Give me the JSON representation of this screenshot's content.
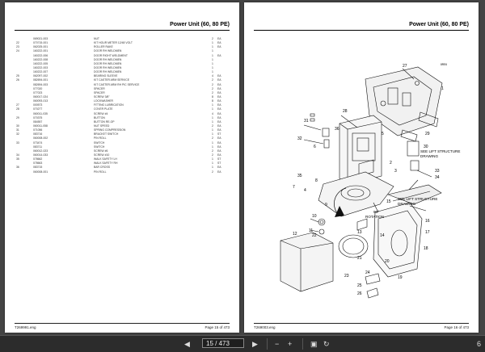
{
  "left_page": {
    "header_title": "Power Unit (60, 80 PE)",
    "footer_code": "T269991.eng",
    "footer_page": "Page 15 of 473",
    "parts": [
      {
        "item": "",
        "part": "069021-003",
        "desc": "NUT",
        "qty": "2",
        "unit": "EA"
      },
      {
        "item": "22",
        "part": "070715-001",
        "desc": "KIT HOUR METER 12/48 VOLT",
        "qty": "1",
        "unit": "EA"
      },
      {
        "item": "23",
        "part": "062025-001",
        "desc": "ROLLER RAKE",
        "qty": "1",
        "unit": "EA"
      },
      {
        "item": "24",
        "part": "160222-001",
        "desc": "DOOR RH WELDMEN",
        "qty": "1",
        "unit": ""
      },
      {
        "item": "",
        "part": "160222-006",
        "desc": "DOOR RIGHT WELDMENT",
        "qty": "1",
        "unit": "EA"
      },
      {
        "item": "",
        "part": "160222-008",
        "desc": "DOOR RH WELDMEN",
        "qty": "1",
        "unit": ""
      },
      {
        "item": "",
        "part": "160222-005",
        "desc": "DOOR RH WELDMEN",
        "qty": "1",
        "unit": ""
      },
      {
        "item": "",
        "part": "160222-003",
        "desc": "DOOR RH WELDMEN",
        "qty": "1",
        "unit": ""
      },
      {
        "item": "",
        "part": "160222-007",
        "desc": "DOOR RH WELDMEN",
        "qty": "1",
        "unit": ""
      },
      {
        "item": "25",
        "part": "062097-002",
        "desc": "BEARING SLEEVE",
        "qty": "4",
        "unit": "EA"
      },
      {
        "item": "26",
        "part": "082694-001",
        "desc": "KIT CASTER ARM SERVICE",
        "qty": "2",
        "unit": "EA"
      },
      {
        "item": "",
        "part": "082694-003",
        "desc": "KIT CASTER ARM RH PIC SERVICE",
        "qty": "2",
        "unit": "EA"
      },
      {
        "item": "",
        "part": "077020",
        "desc": "SPACER",
        "qty": "2",
        "unit": "EA"
      },
      {
        "item": "",
        "part": "077023",
        "desc": "SPACER",
        "qty": "2",
        "unit": "EA"
      },
      {
        "item": "",
        "part": "060017-024",
        "desc": "SCREW 3/8\"",
        "qty": "8",
        "unit": "EA"
      },
      {
        "item": "",
        "part": "060093-013",
        "desc": "LOCKWASHER",
        "qty": "8",
        "unit": "EA"
      },
      {
        "item": "27",
        "part": "000573",
        "desc": "FITTING LUBRICATION",
        "qty": "1",
        "unit": "EA"
      },
      {
        "item": "28",
        "part": "070277",
        "desc": "COVER PLATE",
        "qty": "1",
        "unit": "EA"
      },
      {
        "item": "",
        "part": "060011-035",
        "desc": "SCREW #4",
        "qty": "4",
        "unit": "EA"
      },
      {
        "item": "29",
        "part": "070375",
        "desc": "BUTTON",
        "qty": "1",
        "unit": "EA"
      },
      {
        "item": "",
        "part": "084557",
        "desc": "BUTTON RE-OP",
        "qty": "1",
        "unit": "EA"
      },
      {
        "item": "30",
        "part": "060011-058",
        "desc": "NUT SPEED",
        "qty": "2",
        "unit": "EA"
      },
      {
        "item": "31",
        "part": "071056",
        "desc": "SPRING COMPRESSION",
        "qty": "1",
        "unit": "EA"
      },
      {
        "item": "32",
        "part": "083716",
        "desc": "BRACKET SWITCH",
        "qty": "1",
        "unit": "ST"
      },
      {
        "item": "",
        "part": "060008-002",
        "desc": "PIN ROLL",
        "qty": "2",
        "unit": "EA"
      },
      {
        "item": "33",
        "part": "073474",
        "desc": "SWITCH",
        "qty": "1",
        "unit": "EA"
      },
      {
        "item": "",
        "part": "083711",
        "desc": "SWITCH",
        "qty": "1",
        "unit": "EA"
      },
      {
        "item": "",
        "part": "060012-023",
        "desc": "SCREW #6",
        "qty": "2",
        "unit": "EA"
      },
      {
        "item": "34",
        "part": "060014-033",
        "desc": "SCREW #10",
        "qty": "2",
        "unit": "EA"
      },
      {
        "item": "35",
        "part": "078662",
        "desc": "WALK SAFETY LH",
        "qty": "1",
        "unit": "ST"
      },
      {
        "item": "",
        "part": "078663",
        "desc": "WALK SAFETY RH",
        "qty": "1",
        "unit": "ST"
      },
      {
        "item": "36",
        "part": "083715",
        "desc": "BAR CROSS",
        "qty": "1",
        "unit": "EA"
      },
      {
        "item": "",
        "part": "060008-001",
        "desc": "PIN ROLL",
        "qty": "2",
        "unit": "EA"
      }
    ]
  },
  "right_page": {
    "header_title": "Power Unit (60, 80 PE)",
    "footer_code": "T269003.eng",
    "footer_page": "Page 16 of 473",
    "diagram": {
      "tiny_tag": "8RE6",
      "note_upper_1": "SEE LIFT STRUCTURE",
      "note_upper_2": "DRAWING",
      "note_lower_1": "SEE LIFT STRUCTURE",
      "note_lower_2": "DRAWING",
      "rotation_1": "90°",
      "rotation_2": "ROTATION",
      "refs": {
        "r27": "27",
        "r1": "1",
        "r28": "28",
        "r29": "29",
        "r30": "30",
        "r31": "31",
        "r32": "32",
        "r33": "33",
        "r34": "34",
        "r35": "35",
        "r36": "36",
        "r2": "2",
        "r3": "3",
        "r4": "4",
        "r5": "5",
        "r6": "6",
        "r7": "7",
        "r8": "8",
        "r9": "9",
        "r10": "10",
        "r11": "11",
        "r12": "12",
        "r13": "13",
        "r14": "14",
        "r15": "15",
        "r16": "16",
        "r17": "17",
        "r18": "18",
        "r19": "19",
        "r20": "20",
        "r21": "21",
        "r22": "22",
        "r23": "23",
        "r24": "24",
        "r25": "25",
        "r26": "26"
      }
    }
  },
  "toolbar": {
    "current_page": "15 / 473",
    "edge_label": "6"
  },
  "colors": {
    "viewer_background": "#444444",
    "toolbar_background": "#2c2c2c",
    "page_background": "#ffffff"
  }
}
